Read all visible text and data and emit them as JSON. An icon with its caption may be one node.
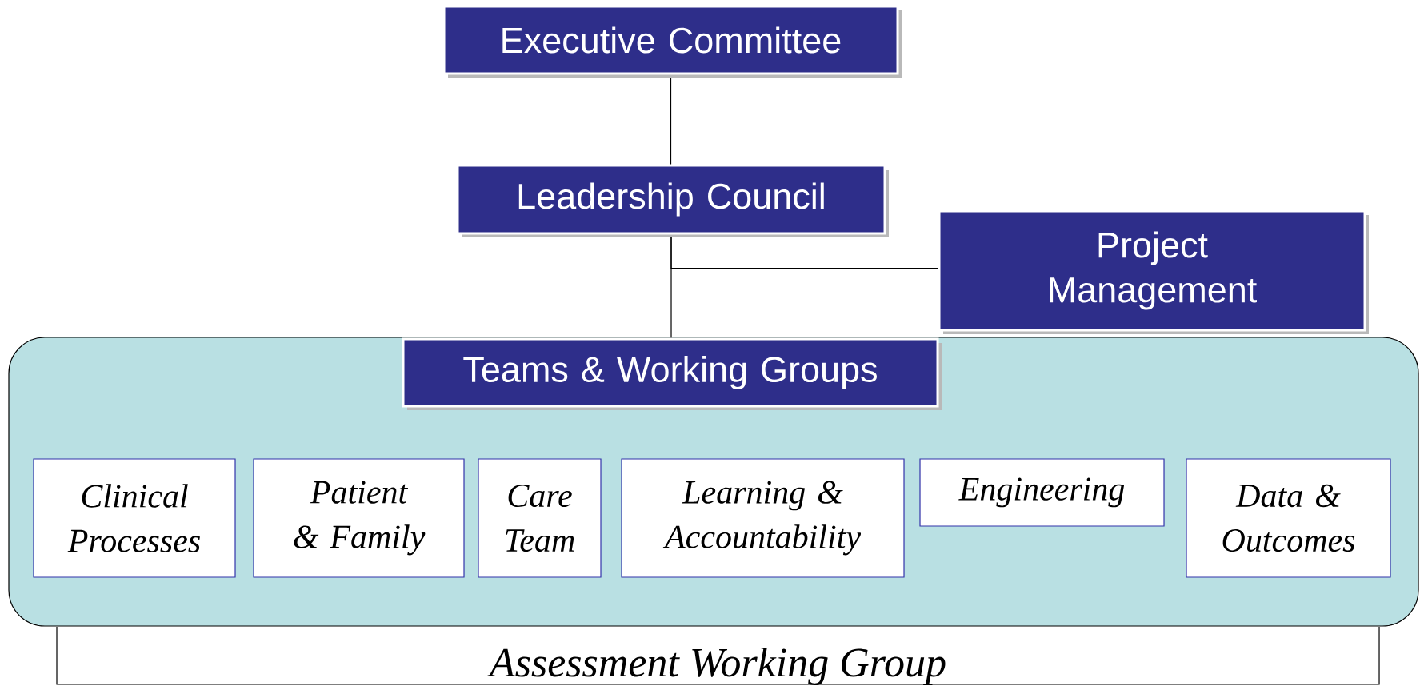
{
  "diagram": {
    "nodes": [
      {
        "text": [
          "Executive Committee"
        ]
      },
      {
        "text": [
          "Leadership Council"
        ]
      },
      {
        "text": [
          "Project Management"
        ]
      },
      {
        "text": [],
        "shape": "box"
      },
      {
        "text": [
          "Teams & Working Groups"
        ],
        "in": 3
      },
      {
        "text": [
          "Clinical Processes"
        ],
        "in": 3
      },
      {
        "text": [
          "Patient & Family"
        ],
        "in": 3
      },
      {
        "text": [
          "Care Team"
        ],
        "in": 3
      },
      {
        "text": [
          "Learning & Accountability"
        ],
        "in": 3
      },
      {
        "text": [
          "Engineering"
        ],
        "in": 3
      },
      {
        "text": [
          "Data & Outcomes"
        ],
        "in": 3
      },
      {
        "text": [
          "Assessment Working Group"
        ]
      }
    ],
    "edges": [
      {
        "from": 0,
        "to": 1,
        "arrow": "none"
      },
      {
        "from": 1,
        "to": 4,
        "arrow": "none"
      },
      {
        "from": 1,
        "to": 2,
        "arrow": "none"
      }
    ]
  }
}
